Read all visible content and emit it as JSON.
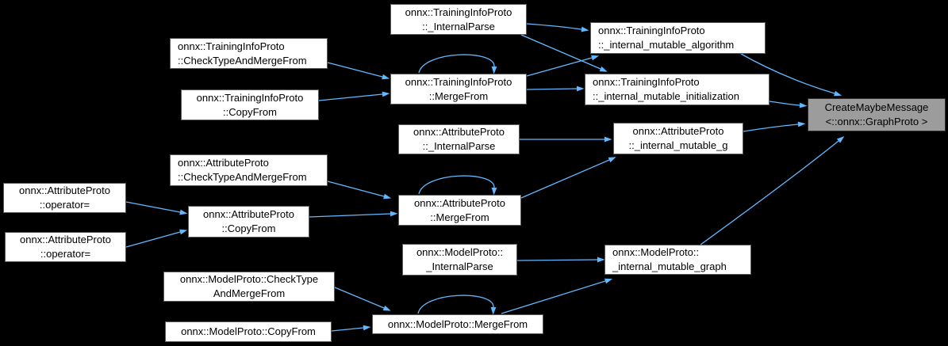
{
  "diagram": {
    "type": "doxygen-call-graph",
    "highlighted_node": "CreateMaybeMessage<::onnx::GraphProto >",
    "colors": {
      "background": "#000000",
      "edge": "#63b8ff",
      "node_fill": "#ffffff",
      "node_border": "#5a5a5a",
      "highlight_fill": "#9c9c9c",
      "highlight_border": "#2e2e2e",
      "text": "#000000"
    },
    "nodes": {
      "t_check": {
        "line1": "onnx::TrainingInfoProto",
        "line2": "::CheckTypeAndMergeFrom"
      },
      "t_copy": {
        "line1": "onnx::TrainingInfoProto",
        "line2": "::CopyFrom"
      },
      "t_parse": {
        "line1": "onnx::TrainingInfoProto",
        "line2": "::_InternalParse"
      },
      "t_merge": {
        "line1": "onnx::TrainingInfoProto",
        "line2": "::MergeFrom"
      },
      "t_alg": {
        "line1": "onnx::TrainingInfoProto",
        "line2": "::_internal_mutable_algorithm"
      },
      "t_init": {
        "line1": "onnx::TrainingInfoProto",
        "line2": "::_internal_mutable_initialization"
      },
      "a_parse": {
        "line1": "onnx::AttributeProto",
        "line2": "::_InternalParse"
      },
      "a_g": {
        "line1": "onnx::AttributeProto",
        "line2": "::_internal_mutable_g"
      },
      "a_check": {
        "line1": "onnx::AttributeProto",
        "line2": "::CheckTypeAndMergeFrom"
      },
      "a_merge": {
        "line1": "onnx::AttributeProto",
        "line2": "::MergeFrom"
      },
      "a_op1": {
        "line1": "onnx::AttributeProto",
        "line2": "::operator="
      },
      "a_op2": {
        "line1": "onnx::AttributeProto",
        "line2": "::operator="
      },
      "a_copy": {
        "line1": "onnx::AttributeProto",
        "line2": "::CopyFrom"
      },
      "m_parse": {
        "line1": "onnx::ModelProto::",
        "line2": "_InternalParse"
      },
      "m_check": {
        "line1": "onnx::ModelProto::CheckType",
        "line2": "AndMergeFrom"
      },
      "m_copy": {
        "line1": "onnx::ModelProto::CopyFrom"
      },
      "m_merge": {
        "line1": "onnx::ModelProto::MergeFrom"
      },
      "m_graph": {
        "line1": "onnx::ModelProto::",
        "line2": "_internal_mutable_graph"
      },
      "cmm": {
        "line1": "CreateMaybeMessage",
        "line2": "<::onnx::GraphProto >"
      }
    },
    "edges": [
      {
        "from": "t_parse",
        "to": "t_alg"
      },
      {
        "from": "t_parse",
        "to": "t_init"
      },
      {
        "from": "t_check",
        "to": "t_merge"
      },
      {
        "from": "t_copy",
        "to": "t_merge"
      },
      {
        "from": "t_merge",
        "to": "t_merge"
      },
      {
        "from": "t_merge",
        "to": "t_alg"
      },
      {
        "from": "t_merge",
        "to": "t_init"
      },
      {
        "from": "t_alg",
        "to": "cmm"
      },
      {
        "from": "t_init",
        "to": "cmm"
      },
      {
        "from": "a_parse",
        "to": "a_g"
      },
      {
        "from": "a_check",
        "to": "a_merge"
      },
      {
        "from": "a_op1",
        "to": "a_copy"
      },
      {
        "from": "a_op2",
        "to": "a_copy"
      },
      {
        "from": "a_copy",
        "to": "a_merge"
      },
      {
        "from": "a_merge",
        "to": "a_merge"
      },
      {
        "from": "a_merge",
        "to": "a_g"
      },
      {
        "from": "a_g",
        "to": "cmm"
      },
      {
        "from": "m_parse",
        "to": "m_graph"
      },
      {
        "from": "m_check",
        "to": "m_merge"
      },
      {
        "from": "m_copy",
        "to": "m_merge"
      },
      {
        "from": "m_merge",
        "to": "m_merge"
      },
      {
        "from": "m_merge",
        "to": "m_graph"
      },
      {
        "from": "m_graph",
        "to": "cmm"
      }
    ]
  }
}
